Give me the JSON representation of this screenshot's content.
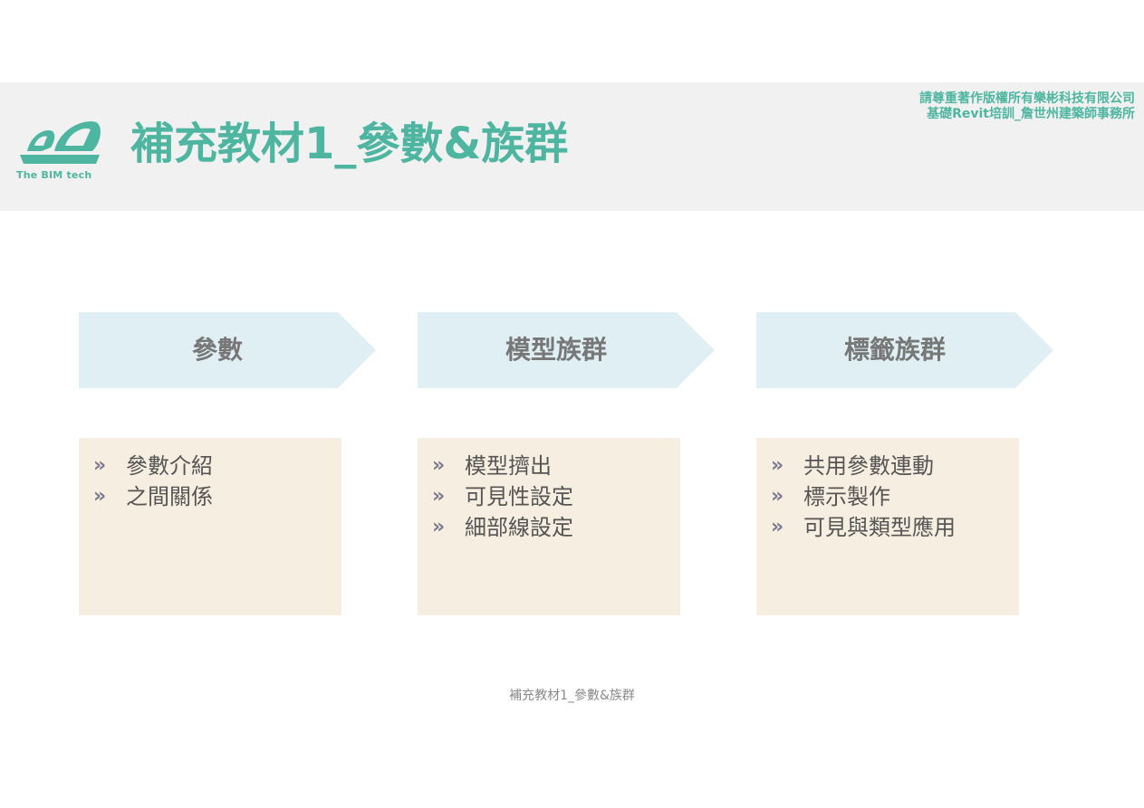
{
  "header": {
    "logo_text": "The BIM tech",
    "title": "補充教材1_參數&族群",
    "copyright_line1": "請尊重著作版權所有樂彬科技有限公司",
    "copyright_line2": "基礎Revit培訓_詹世州建築師事務所"
  },
  "colors": {
    "accent": "#4eb6a0",
    "header_bg": "#f1f1f1",
    "chevron_bg": "#dfeff3",
    "box_bg": "#f6eee0"
  },
  "steps": [
    {
      "label": "參數",
      "items": [
        "參數介紹",
        "之間關係"
      ]
    },
    {
      "label": "模型族群",
      "items": [
        "模型擠出",
        "可見性設定",
        "細部線設定"
      ]
    },
    {
      "label": "標籤族群",
      "items": [
        "共用參數連動",
        "標示製作",
        "可見與類型應用"
      ]
    }
  ],
  "bullet_glyph": "»",
  "footer": {
    "text": "補充教材1_參數&族群"
  }
}
